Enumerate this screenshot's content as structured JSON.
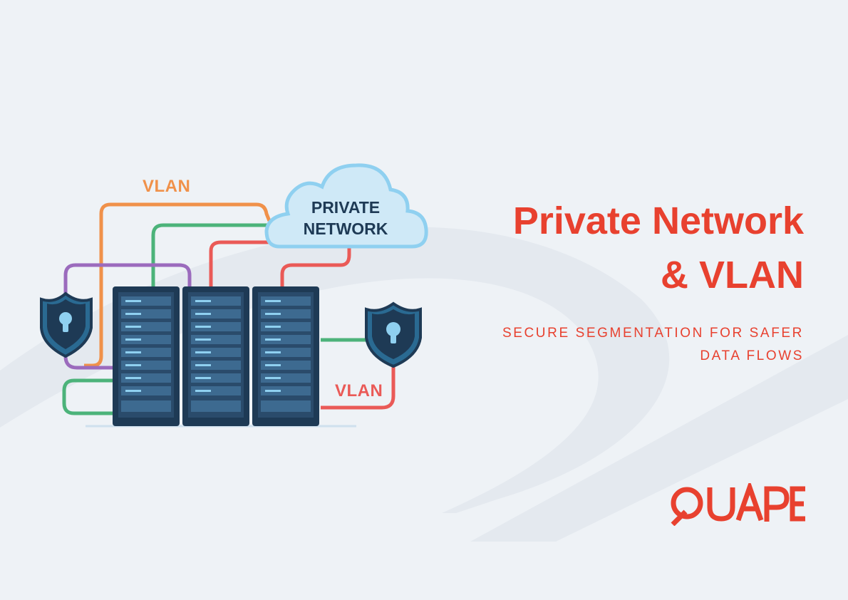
{
  "title": {
    "line1": "Private Network",
    "line2": "& VLAN"
  },
  "subtitle": {
    "line1": "SECURE SEGMENTATION FOR SAFER",
    "line2": "DATA FLOWS"
  },
  "illustration": {
    "vlan_label_top": "VLAN",
    "vlan_label_bottom": "VLAN",
    "cloud_line1": "PRIVATE",
    "cloud_line2": "NETWORK"
  },
  "logo": {
    "text": "QUAPE"
  },
  "colors": {
    "background": "#eef2f6",
    "brand_red": "#e8412f",
    "orange_cable": "#f0914a",
    "green_cable": "#4cb37a",
    "red_cable": "#ea5a57",
    "purple_cable": "#9b6bbd",
    "server_dark": "#1e3a55",
    "cloud_fill": "#cfe9f7",
    "cloud_stroke": "#8fd0f0"
  },
  "icons": [
    "shield-lock-icon",
    "cloud-icon",
    "server-rack-icon"
  ]
}
